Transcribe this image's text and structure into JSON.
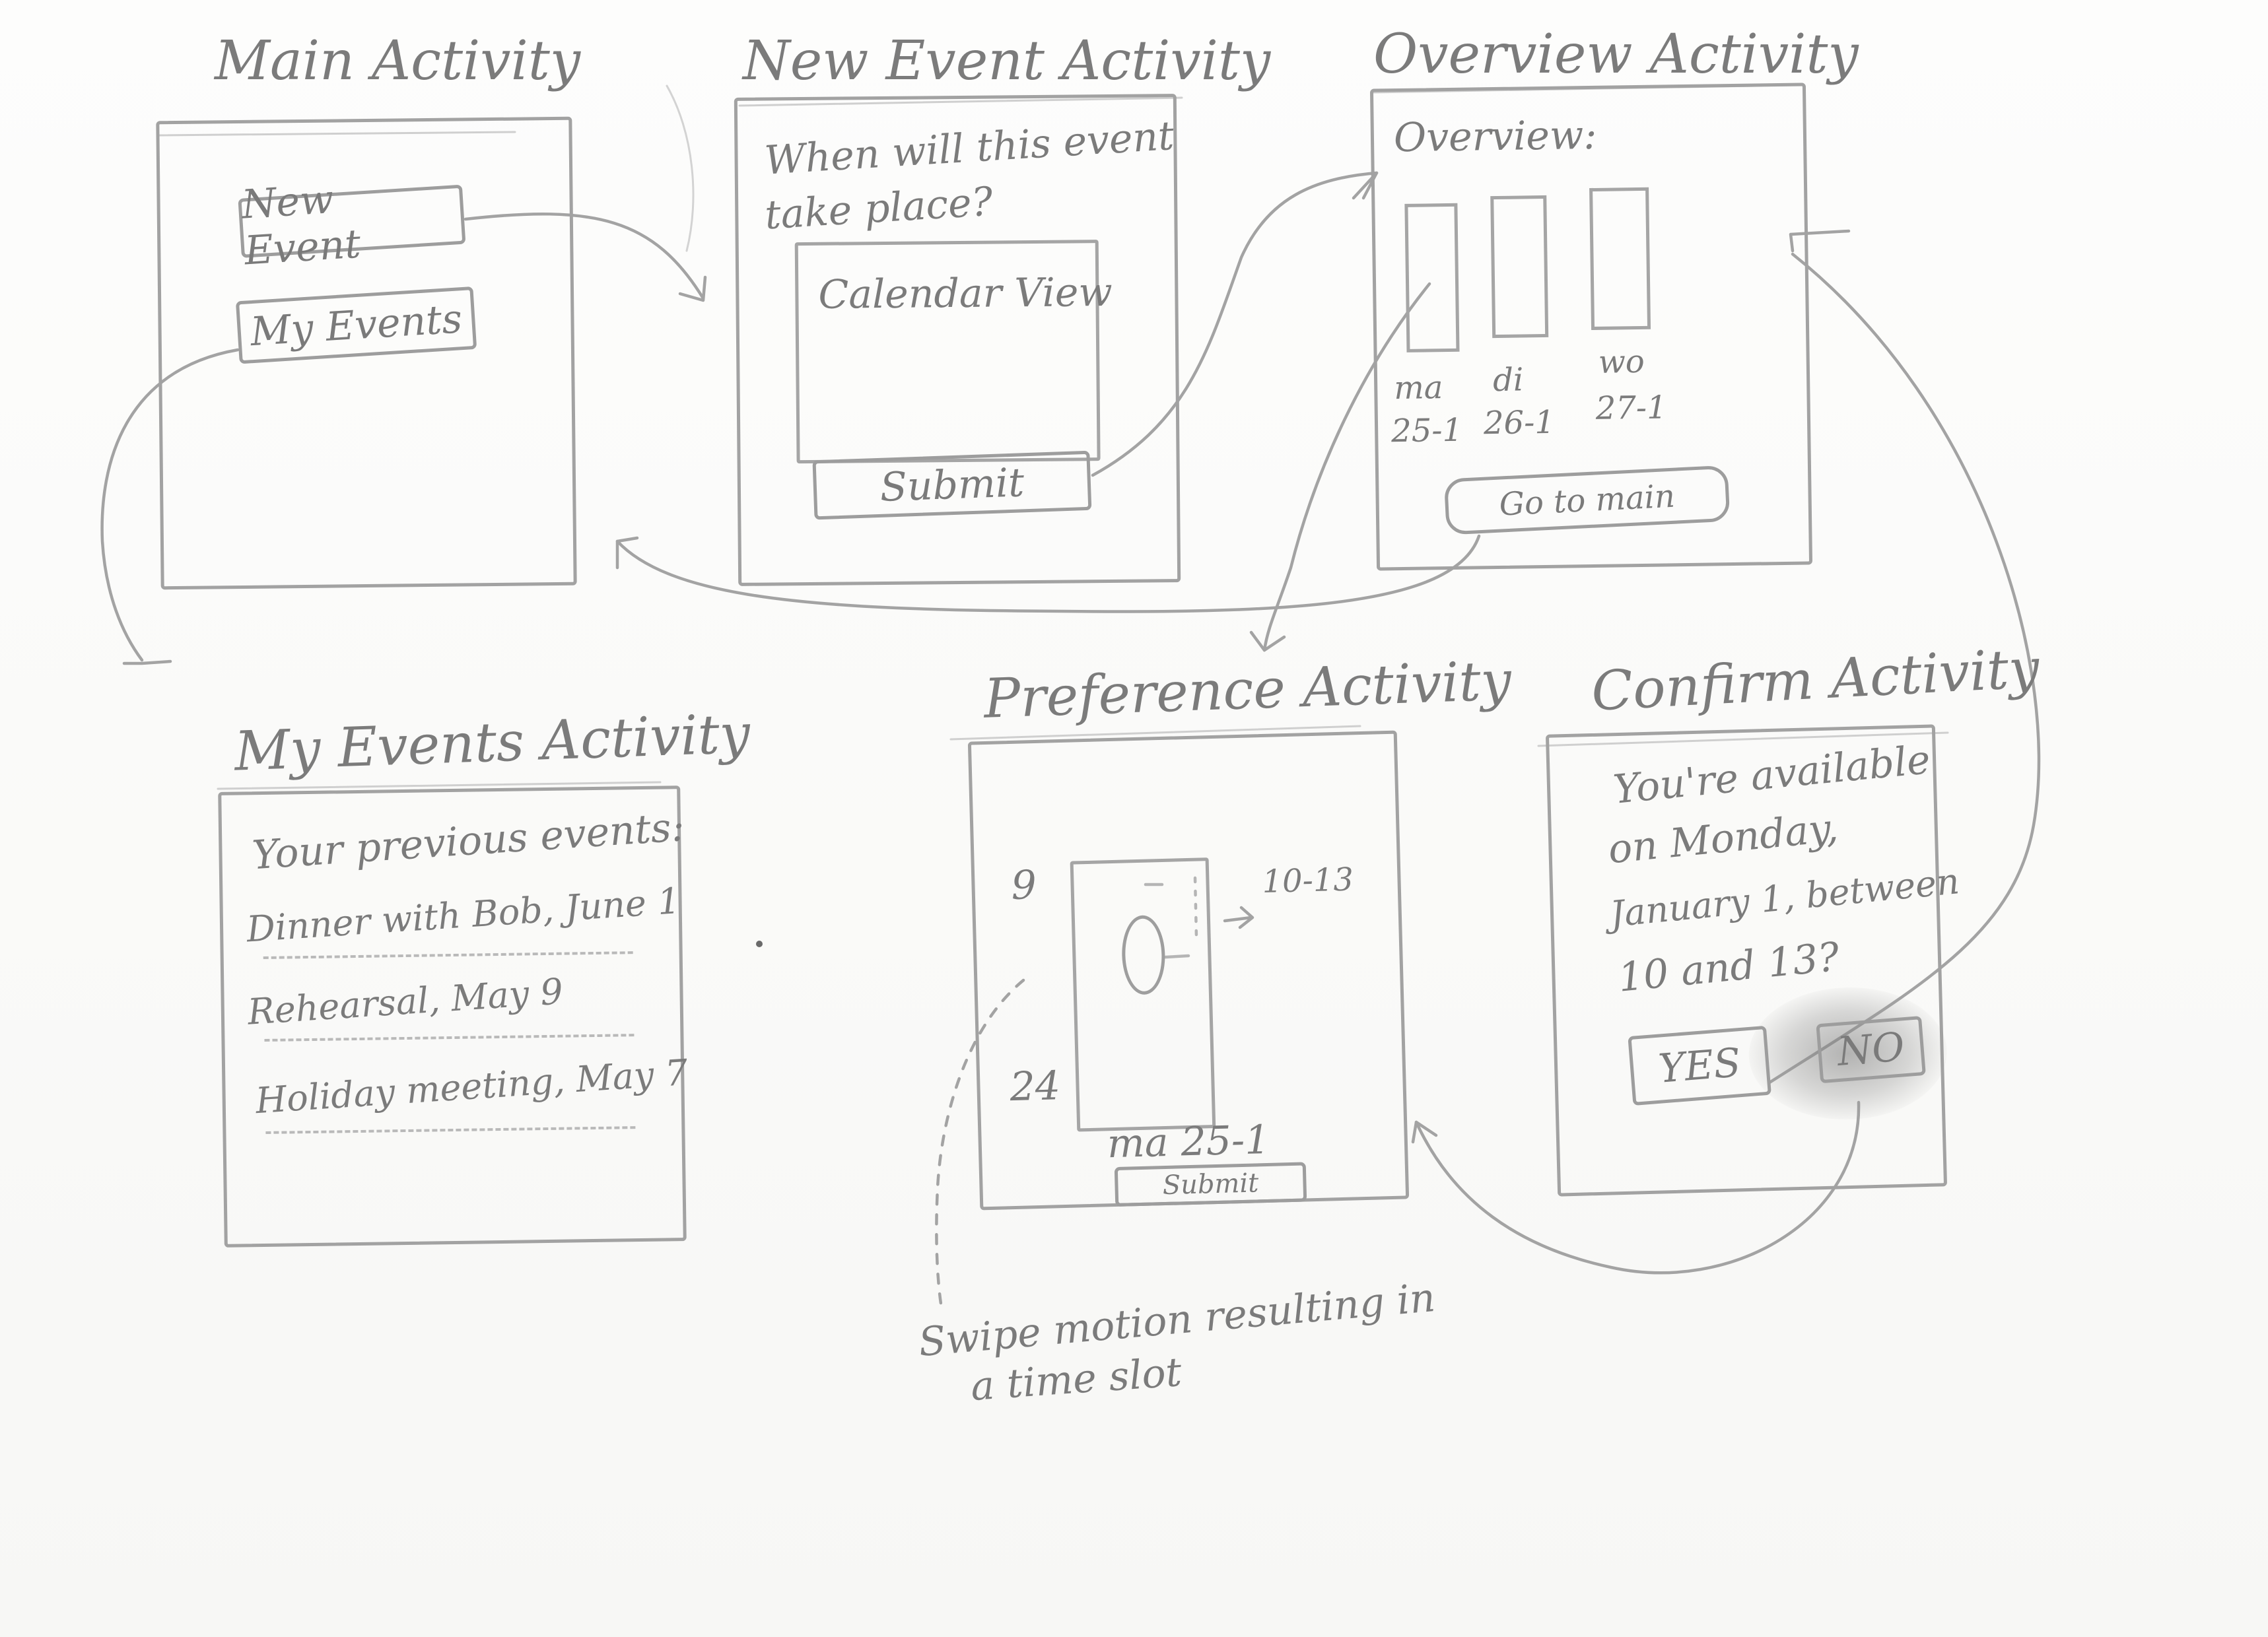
{
  "main_activity": {
    "title": "Main Activity",
    "new_event_button": "New Event",
    "my_events_button": "My Events"
  },
  "new_event_activity": {
    "title": "New Event Activity",
    "question_line1": "When will this event",
    "question_line2": "take place?",
    "calendar_view": "Calendar View",
    "submit_button": "Submit"
  },
  "overview_activity": {
    "title": "Overview Activity",
    "heading": "Overview:",
    "days": [
      {
        "name": "ma",
        "date": "25-1"
      },
      {
        "name": "di",
        "date": "26-1"
      },
      {
        "name": "wo",
        "date": "27-1"
      }
    ],
    "goto_main_button": "Go to main"
  },
  "my_events_activity": {
    "title": "My Events Activity",
    "heading": "Your previous events:",
    "events": [
      "Dinner with Bob, June 1",
      "Rehearsal, May 9",
      "Holiday meeting, May 7"
    ]
  },
  "preference_activity": {
    "title": "Preference Activity",
    "start_hour": "9",
    "end_hour": "24",
    "slot_result": "10-13",
    "day_label": "ma 25-1",
    "submit_button": "Submit"
  },
  "confirm_activity": {
    "title": "Confirm Activity",
    "message_line1": "You're available",
    "message_line2": "on Monday,",
    "message_line3": "January 1, between",
    "message_line4": "10 and 13?",
    "yes_button": "YES",
    "no_button": "NO"
  },
  "annotation": {
    "line1": "Swipe motion resulting in",
    "line2": "a time slot"
  }
}
